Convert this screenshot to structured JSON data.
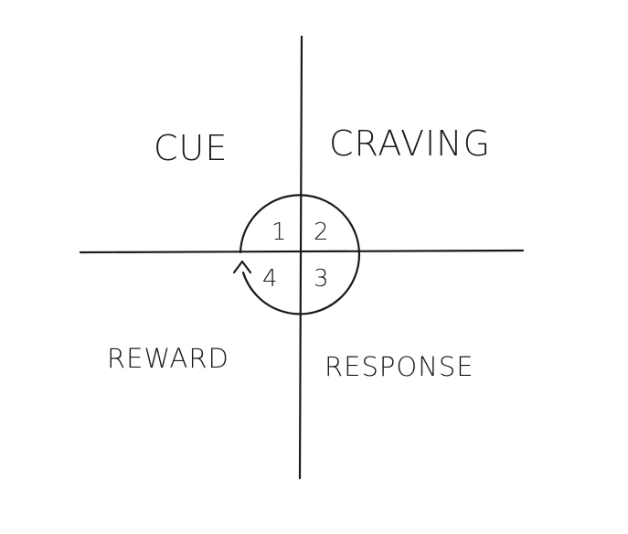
{
  "quadrants": {
    "top_left": "CUE",
    "top_right": "CRAVING",
    "bottom_right": "RESPONSE",
    "bottom_left": "REWARD"
  },
  "steps": {
    "one": "1",
    "two": "2",
    "three": "3",
    "four": "4"
  },
  "colors": {
    "ink": "#1a1a1a",
    "background": "#ffffff"
  }
}
